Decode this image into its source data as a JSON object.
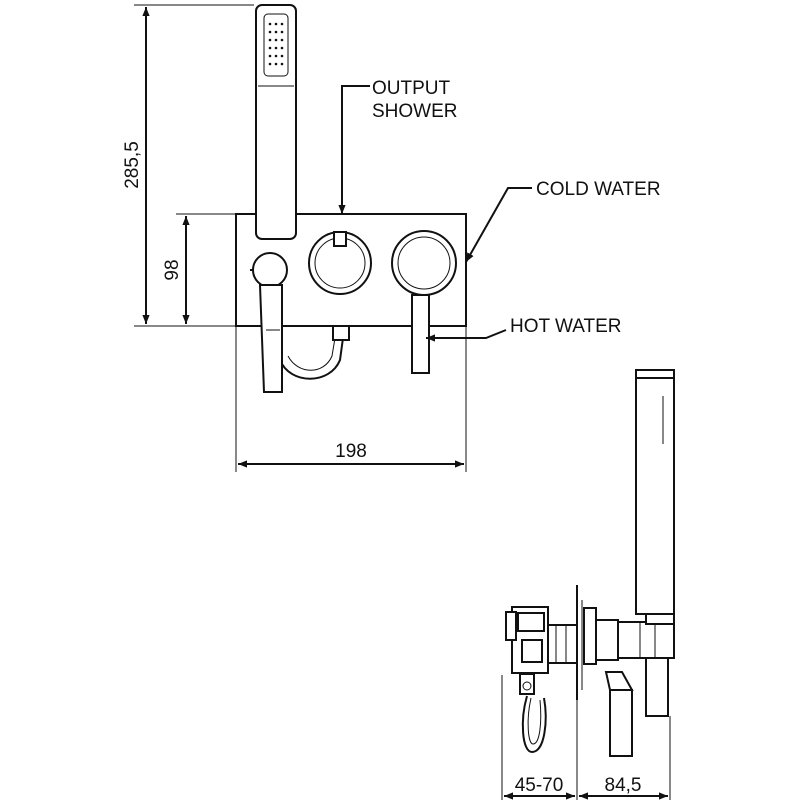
{
  "labels": {
    "output_line1": "OUTPUT",
    "output_line2": "SHOWER",
    "cold_water": "COLD WATER",
    "hot_water": "HOT WATER"
  },
  "dimensions": {
    "total_height": "285,5",
    "plate_height": "98",
    "plate_width": "198",
    "wall_depth": "45-70",
    "projection": "84,5"
  }
}
